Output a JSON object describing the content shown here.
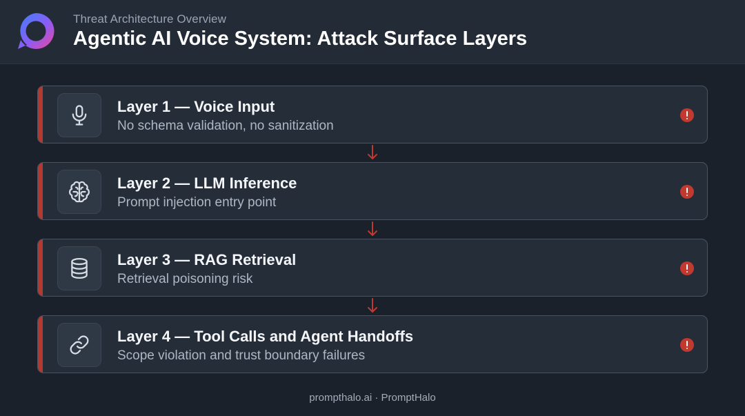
{
  "header": {
    "logo_icon": "prompthalo-ring-logo",
    "subtitle": "Threat Architecture Overview",
    "title": "Agentic AI Voice System: Attack Surface Layers"
  },
  "colors": {
    "background": "#1a212b",
    "header_background": "#232b36",
    "card_background": "#252d38",
    "card_border": "#4a5461",
    "accent_red": "#b23a31",
    "alert_red": "#c1392f",
    "logo_gradient": [
      "#3b82f6",
      "#8b5cf6",
      "#ec4899"
    ]
  },
  "layers": [
    {
      "icon": "microphone-icon",
      "title": "Layer 1 — Voice Input",
      "description": "No schema validation, no sanitization",
      "status_icon": "alert-icon"
    },
    {
      "icon": "brain-icon",
      "title": "Layer 2 — LLM Inference",
      "description": "Prompt injection entry point",
      "status_icon": "alert-icon"
    },
    {
      "icon": "database-icon",
      "title": "Layer 3 — RAG Retrieval",
      "description": "Retrieval poisoning risk",
      "status_icon": "alert-icon"
    },
    {
      "icon": "link-icon",
      "title": "Layer 4 — Tool Calls and Agent Handoffs",
      "description": "Scope violation and trust boundary failures",
      "status_icon": "alert-icon"
    }
  ],
  "connector_icon": "arrow-down-icon",
  "footer": {
    "text": "prompthalo.ai · PromptHalo"
  }
}
